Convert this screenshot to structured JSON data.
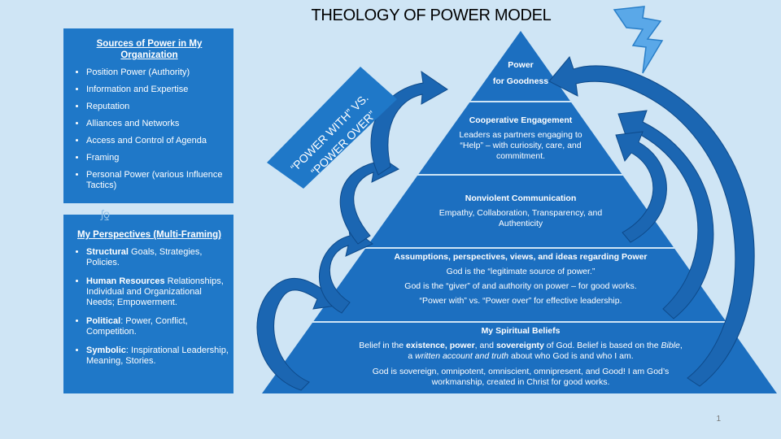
{
  "title": "THEOLOGY OF POWER MODEL",
  "page_number": "1",
  "sources_box": {
    "heading": "Sources of Power in My Organization",
    "items": [
      "Position Power (Authority)",
      "Information and Expertise",
      "Reputation",
      "Alliances and Networks",
      "Access and Control of Agenda",
      "Framing",
      "Personal Power (various Influence Tactics)"
    ]
  },
  "perspectives_box": {
    "heading": "My Perspectives (Multi-Framing)",
    "items": [
      {
        "bold": "Structural",
        "rest": " Goals, Strategies, Policies."
      },
      {
        "bold": "Human Resources",
        "rest": " Relationships, Individual and Organizational Needs; Empowerment."
      },
      {
        "bold": "Political",
        "rest": ": Power, Conflict, Competition."
      },
      {
        "bold": "Symbolic",
        "rest": ": Inspirational Leadership, Meaning, Stories."
      }
    ]
  },
  "banner": {
    "line1": "“POWER WITH” VS.",
    "line2": "“POWER OVER”"
  },
  "pyramid": {
    "level1": {
      "line1": "Power",
      "line2": "for Goodness"
    },
    "level2": {
      "heading": "Cooperative Engagement",
      "line1": "Leaders as partners engaging to",
      "line2": "“Help” – with curiosity, care, and",
      "line3": "commitment."
    },
    "level3": {
      "heading": "Nonviolent Communication",
      "line1": "Empathy, Collaboration, Transparency, and",
      "line2": "Authenticity"
    },
    "level4": {
      "heading": "Assumptions, perspectives, views, and ideas regarding Power",
      "line1": "God is the “legitimate source of power.”",
      "line2": "God is the “giver” of and authority on power – for good works.",
      "line3": "“Power with” vs. “Power over” for effective leadership."
    },
    "level5": {
      "heading": "My Spiritual Beliefs",
      "line1a": "Belief in the ",
      "line1b": "existence, power",
      "line1c": ", and ",
      "line1d": "sovereignty",
      "line1e": " of God. Belief is based on the ",
      "line1f": "Bible",
      "line1g": ",",
      "line2a": "a ",
      "line2b": "written account and truth",
      "line2c": " about who God is and who I am.",
      "line3": "God is sovereign, omnipotent, omniscient, omnipresent, and Good! I am God’s",
      "line4": "workmanship, created in Christ for good works."
    }
  },
  "colors": {
    "background": "#cfe5f5",
    "box_blue": "#1f78c8",
    "pyramid_blue": "#1c6fc0",
    "arrow_blue": "#1b66b2",
    "lightning": "#5aa8e8"
  },
  "icons": [
    "lightning-bolt-icon",
    "curved-arrow-icon"
  ]
}
